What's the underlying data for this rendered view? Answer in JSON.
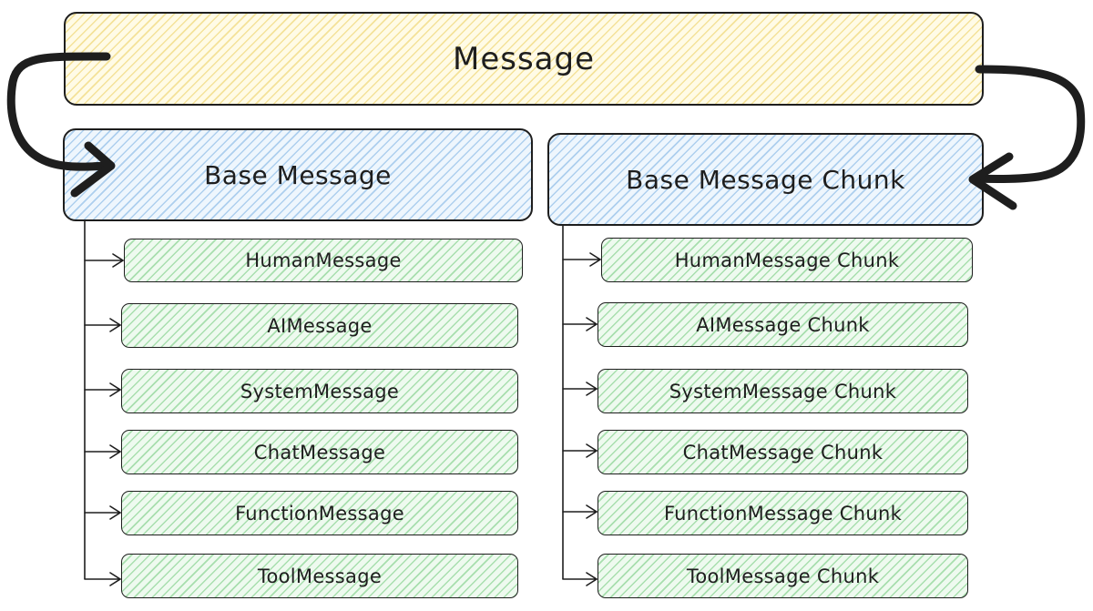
{
  "root": {
    "label": "Message"
  },
  "left_branch": {
    "title": "Base Message",
    "items": [
      "HumanMessage",
      "AIMessage",
      "SystemMessage",
      "ChatMessage",
      "FunctionMessage",
      "ToolMessage"
    ]
  },
  "right_branch": {
    "title": "Base Message Chunk",
    "items": [
      "HumanMessage Chunk",
      "AIMessage Chunk",
      "SystemMessage Chunk",
      "ChatMessage Chunk",
      "FunctionMessage Chunk",
      "ToolMessage Chunk"
    ]
  },
  "colors": {
    "root_fill": "#fffbe6",
    "branch_fill": "#eef6fd",
    "leaf_fill": "#eefaef",
    "stroke": "#1e1e1e"
  }
}
